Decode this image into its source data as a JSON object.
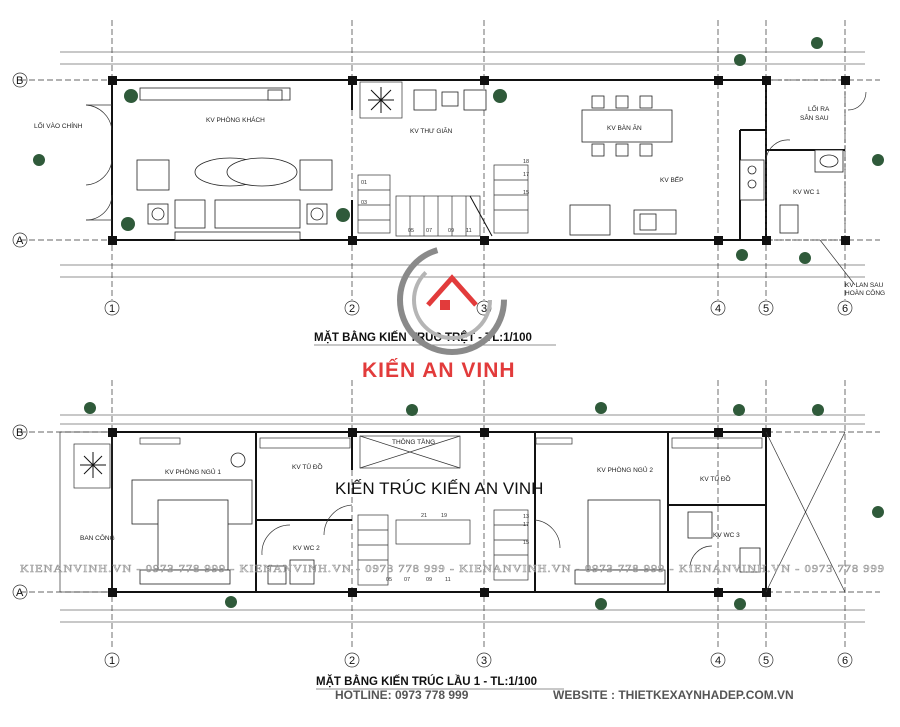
{
  "plans": [
    {
      "title": "MẶT BẰNG KIẾN TRÚC TRỆT - TL:1/100",
      "rooms": {
        "entrance": "LỐI VÀO CHÍNH",
        "living": "KV PHÒNG KHÁCH",
        "relax": "KV THƯ GIÃN",
        "dining": "KV BÀN ĂN",
        "kitchen": "KV BẾP",
        "exit_line1": "LỐI RA",
        "exit_line2": "SÂN SAU",
        "wc": "KV WC 1",
        "skylight_line1": "KV LAN SAU",
        "skylight_line2": "HOÀN CÔNG"
      },
      "stair_numbers": [
        "01",
        "03",
        "05",
        "07",
        "09",
        "11",
        "15",
        "17",
        "18"
      ]
    },
    {
      "title": "MẶT BẰNG KIẾN TRÚC LẦU 1 - TL:1/100",
      "rooms": {
        "balcony": "BAN CÔNG",
        "bedroom1": "KV PHÒNG NGỦ 1",
        "wardrobe1": "KV TỦ ĐỒ",
        "wc2": "KV WC 2",
        "void": "THÔNG TẦNG",
        "bedroom2": "KV PHÒNG NGỦ 2",
        "wardrobe2": "KV TỦ ĐỒ",
        "wc3": "KV WC 3"
      },
      "stair_numbers": [
        "21",
        "19",
        "17",
        "15",
        "13",
        "05",
        "07",
        "09",
        "11"
      ]
    }
  ],
  "grid_axes": {
    "vertical": [
      "1",
      "2",
      "3",
      "4",
      "5",
      "6"
    ],
    "horizontal": [
      "A",
      "B"
    ]
  },
  "overlay": {
    "brand_big": "KIẾN TRÚC KIẾN AN VINH",
    "brand_logo": "KIẾN AN VINH",
    "watermark": "KIENANVINH.VN - 0973 778 999 - KIENANVINH.VN - 0973 778 999 - KIENANVINH.VN - 0973 778 999 - KIENANVINH.VN - 0973 778 999"
  },
  "footer": {
    "hotline": "HOTLINE: 0973 778 999",
    "website": "WEBSITE : THIETKEXAYNHADEP.COM.VN"
  },
  "colors": {
    "wall": "#111111",
    "brand_red": "#e23b3b",
    "logo_grey": "#8a8a8a",
    "plant_green": "#2f5a3a"
  }
}
